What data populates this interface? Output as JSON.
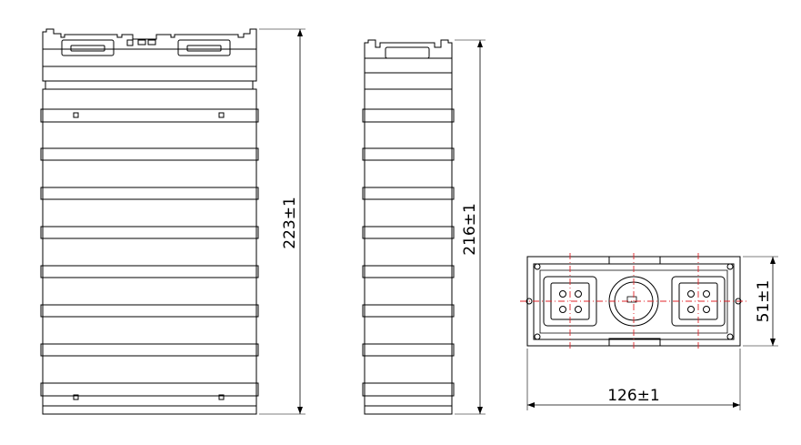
{
  "views": {
    "front": {
      "dimension_label": "223±1"
    },
    "side": {
      "dimension_label": "216±1"
    },
    "top": {
      "width_label": "126±1",
      "depth_label": "51±1"
    }
  },
  "colors": {
    "outline": "#000000",
    "centerline": "#e0242a",
    "background": "#ffffff"
  }
}
